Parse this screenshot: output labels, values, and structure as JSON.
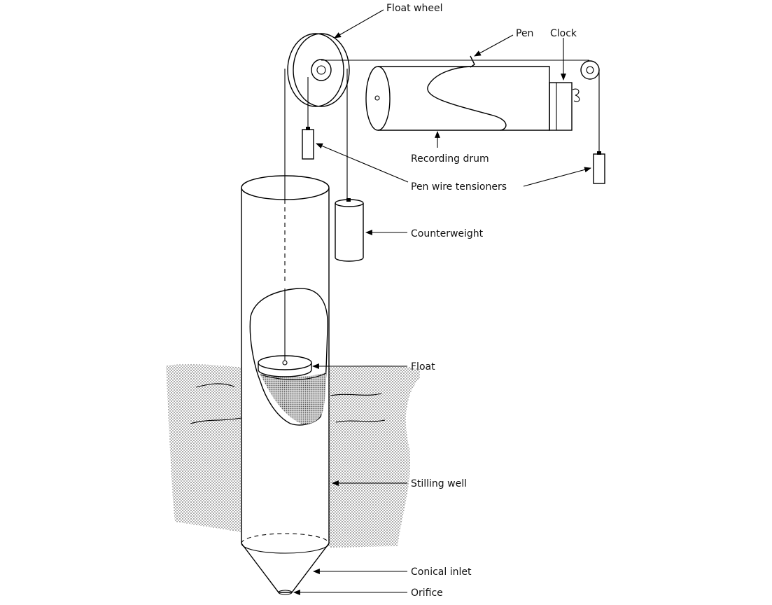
{
  "labels": {
    "float_wheel": "Float wheel",
    "pen": "Pen",
    "clock": "Clock",
    "recording_drum": "Recording drum",
    "pen_wire_tensioners": "Pen wire tensioners",
    "counterweight": "Counterweight",
    "float": "Float",
    "stilling_well": "Stilling well",
    "conical_inlet": "Conical inlet",
    "orifice": "Orifice"
  },
  "colors": {
    "ink": "#000000",
    "ground_fill": "#c9c9c9",
    "water_fill": "#b3b3b3"
  }
}
